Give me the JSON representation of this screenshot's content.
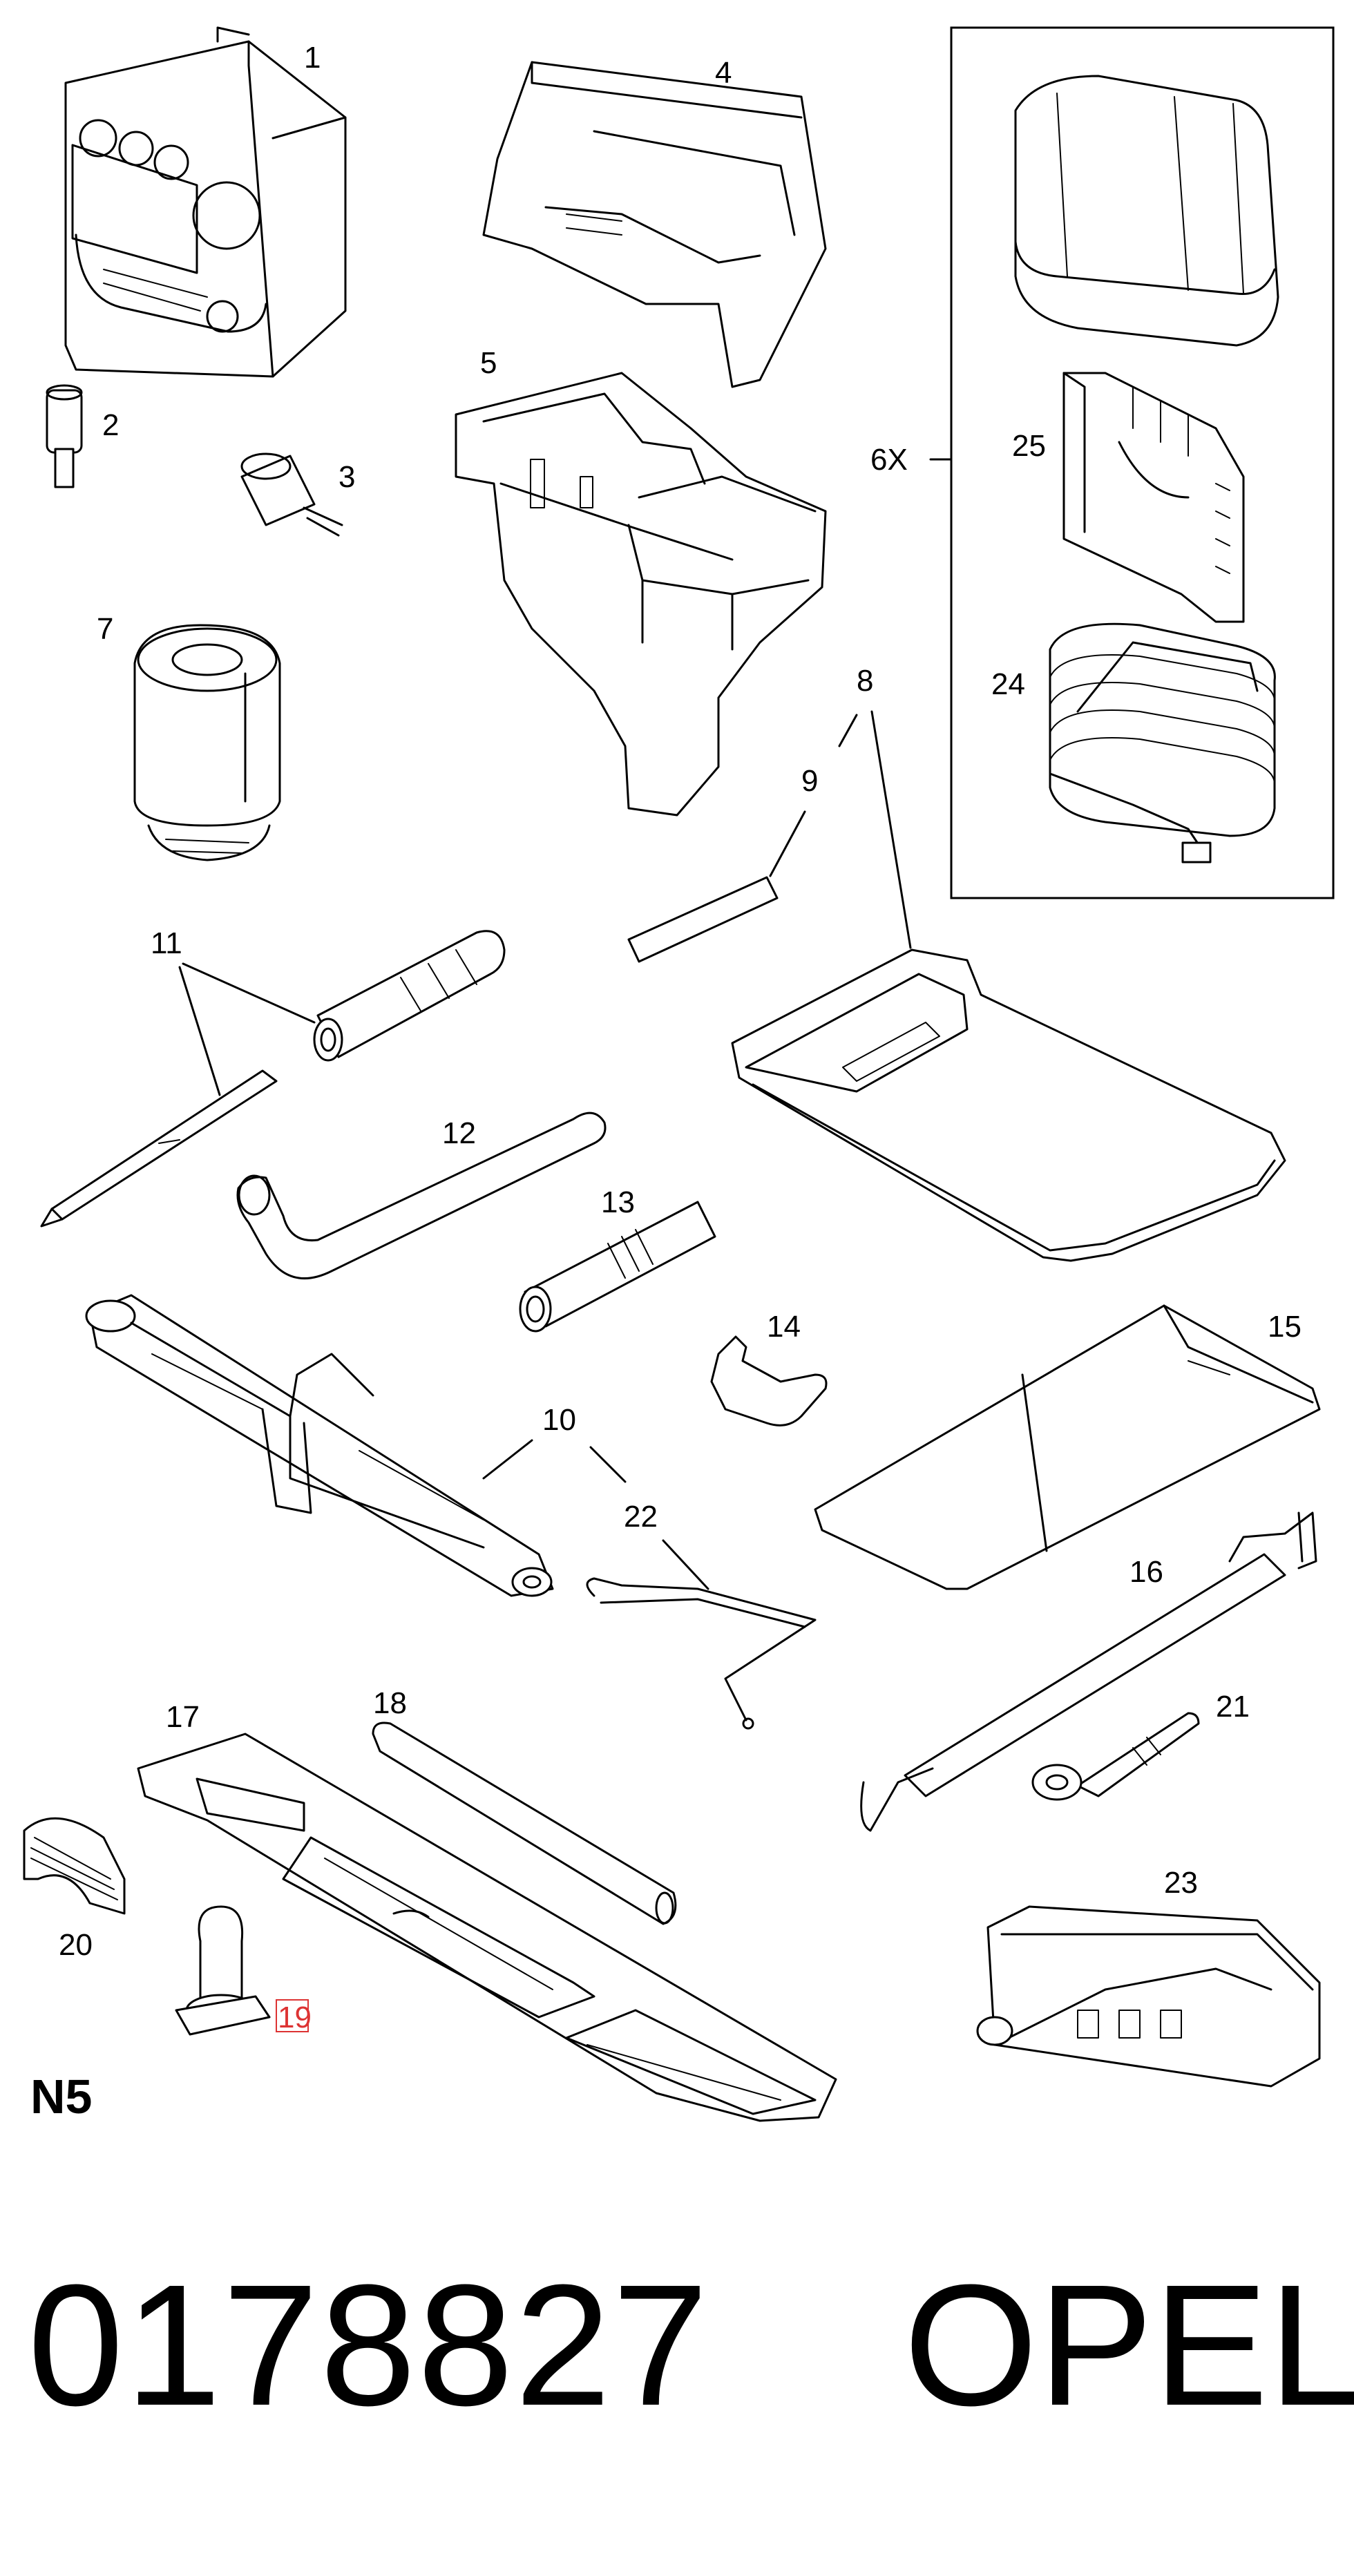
{
  "diagram": {
    "callouts": [
      "1",
      "2",
      "3",
      "4",
      "5",
      "7",
      "8",
      "9",
      "11",
      "12",
      "13",
      "10",
      "14",
      "15",
      "16",
      "21",
      "17",
      "18",
      "20",
      "19",
      "22",
      "23"
    ],
    "kit": {
      "quantity": "6X",
      "callouts": [
        "25",
        "24"
      ]
    },
    "highlighted_callout": "19",
    "section_code": "N5"
  },
  "footer": {
    "part_number": "0178827",
    "brand": "OPEL"
  }
}
